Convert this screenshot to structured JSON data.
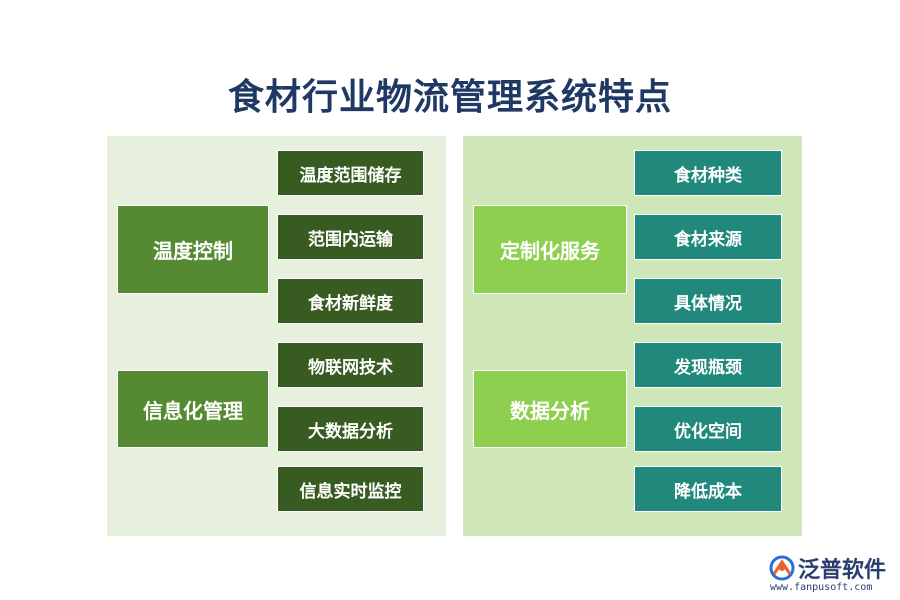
{
  "title": "食材行业物流管理系统特点",
  "left": {
    "groups": [
      {
        "label": "温度控制",
        "items": [
          "温度范围储存",
          "范围内运输",
          "食材新鲜度"
        ]
      },
      {
        "label": "信息化管理",
        "items": [
          "物联网技术",
          "大数据分析",
          "信息实时监控"
        ]
      }
    ]
  },
  "right": {
    "groups": [
      {
        "label": "定制化服务",
        "items": [
          "食材种类",
          "食材来源",
          "具体情况"
        ]
      },
      {
        "label": "数据分析",
        "items": [
          "发现瓶颈",
          "优化空间",
          "降低成本"
        ]
      }
    ]
  },
  "logo": {
    "name": "泛普软件",
    "url": "www.fanpusoft.com"
  },
  "colors": {
    "title": "#1f3864",
    "left_panel": "#e6f0dc",
    "right_panel": "#cfe6b8",
    "left_main": "#568a32",
    "left_sub": "#375b20",
    "right_main": "#8fcf4f",
    "right_sub": "#21887c"
  }
}
